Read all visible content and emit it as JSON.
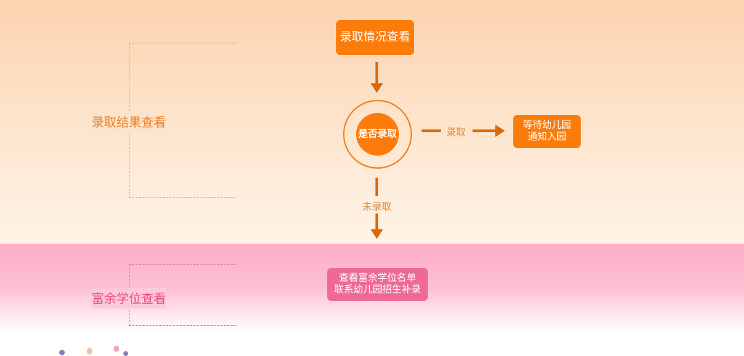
{
  "sections": {
    "admission_result": {
      "label": "录取结果查看",
      "start_box": "录取情况查看",
      "decision": "是否录取",
      "admitted_label": "录取",
      "admitted_box": [
        "等待幼儿园",
        "通知入园"
      ],
      "not_admitted_label": "未录取"
    },
    "vacancy": {
      "label": "富余学位查看",
      "box": [
        "查看富余学位名单",
        "联系幼儿园招生补录"
      ]
    }
  },
  "colors": {
    "orange": "#fb7c0b",
    "arrow": "#d86a0c",
    "pink": "#ee6a95"
  }
}
